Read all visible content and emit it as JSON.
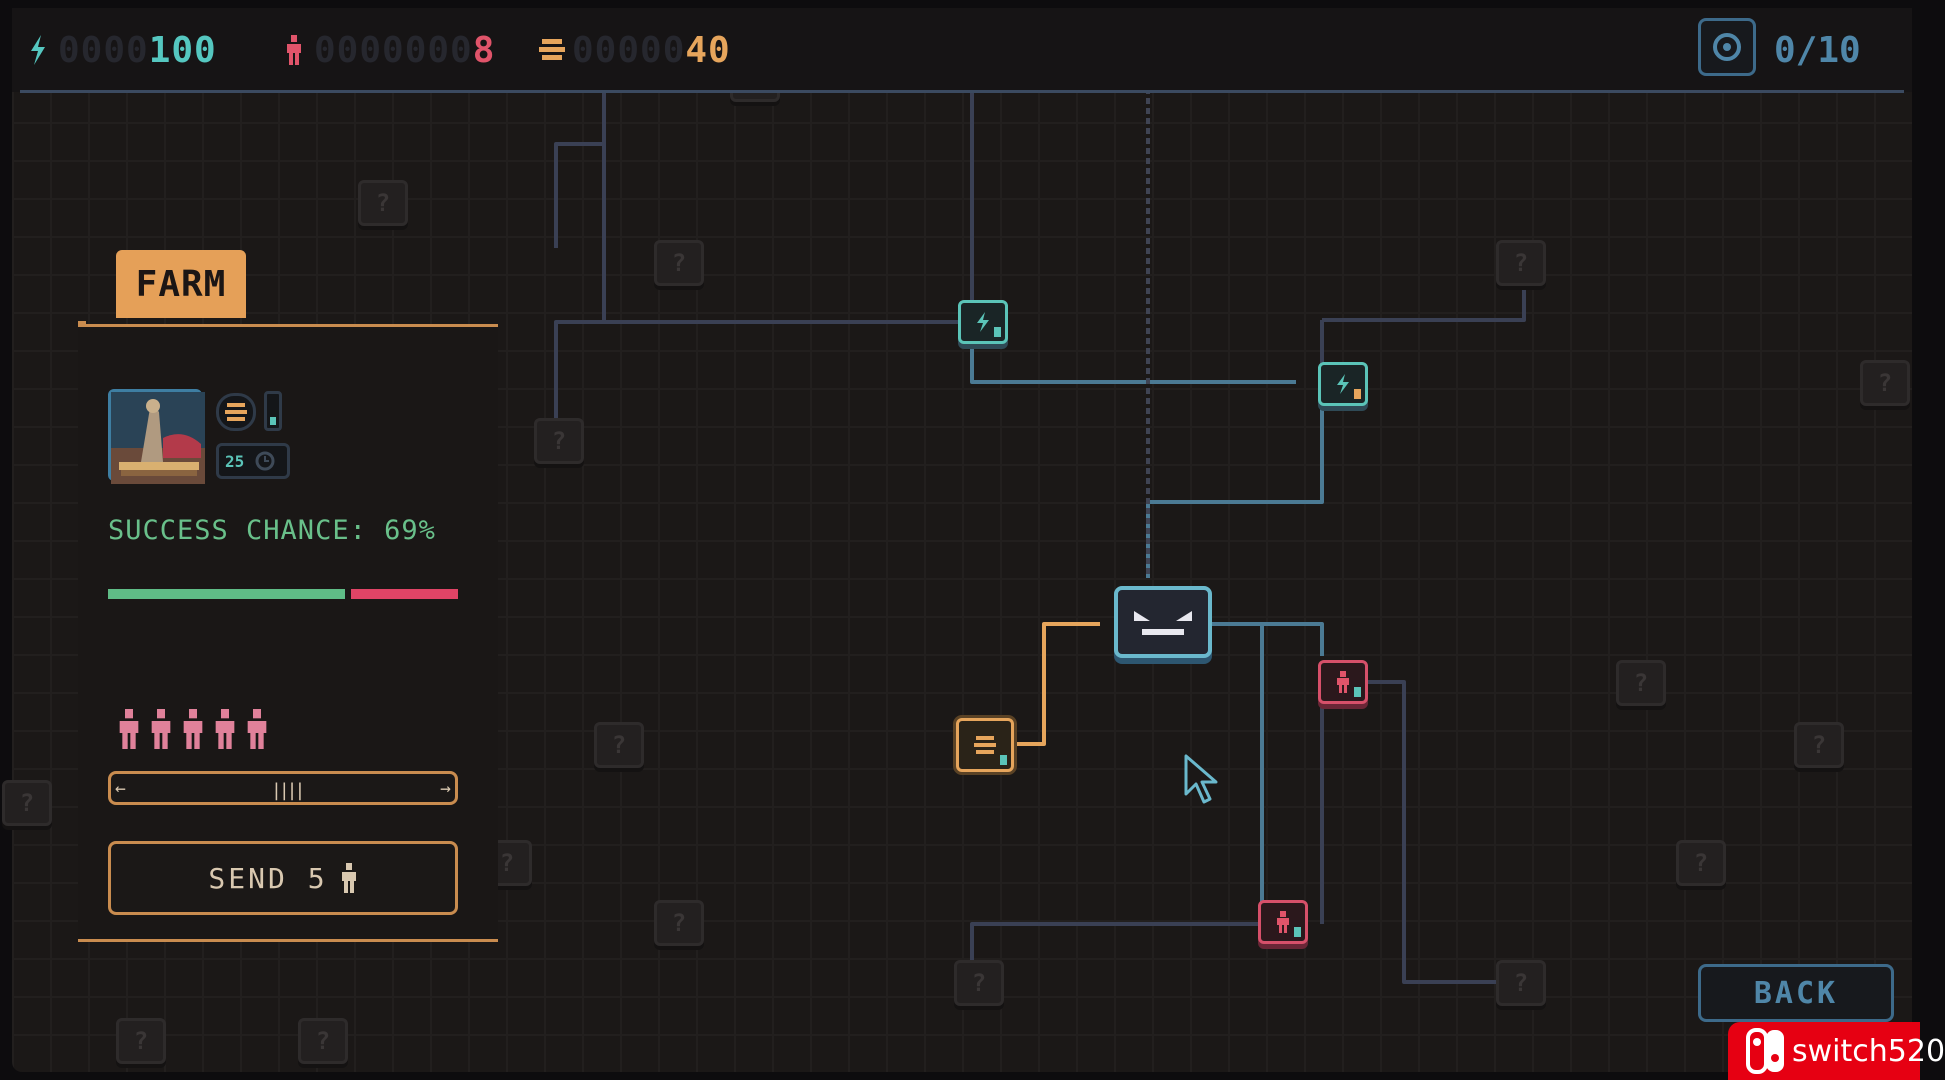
{
  "hud": {
    "energy": {
      "dim": "0000",
      "value": "100",
      "icon": "lightning-icon"
    },
    "people": {
      "dim": "0000000",
      "value": "8",
      "icon": "person-icon"
    },
    "food": {
      "dim": "00000",
      "value": "40",
      "icon": "food-icon"
    },
    "settings_icon": "gear-icon",
    "progress_counter": "0/10"
  },
  "panel": {
    "tab_label": "FARM",
    "duration": "25",
    "success_text": "SUCCESS CHANCE: 69%",
    "success_chance": 0.69,
    "people_icons": 5,
    "send_label": "SEND 5",
    "colors": {
      "accent": "#e5a058",
      "success": "#5fbc86",
      "fail": "#e04466"
    }
  },
  "map": {
    "unknown_label": "?",
    "node_types": [
      "energy",
      "energy",
      "person",
      "person",
      "food",
      "hub"
    ]
  },
  "back_label": "BACK",
  "watermark": {
    "text": "switch520"
  }
}
